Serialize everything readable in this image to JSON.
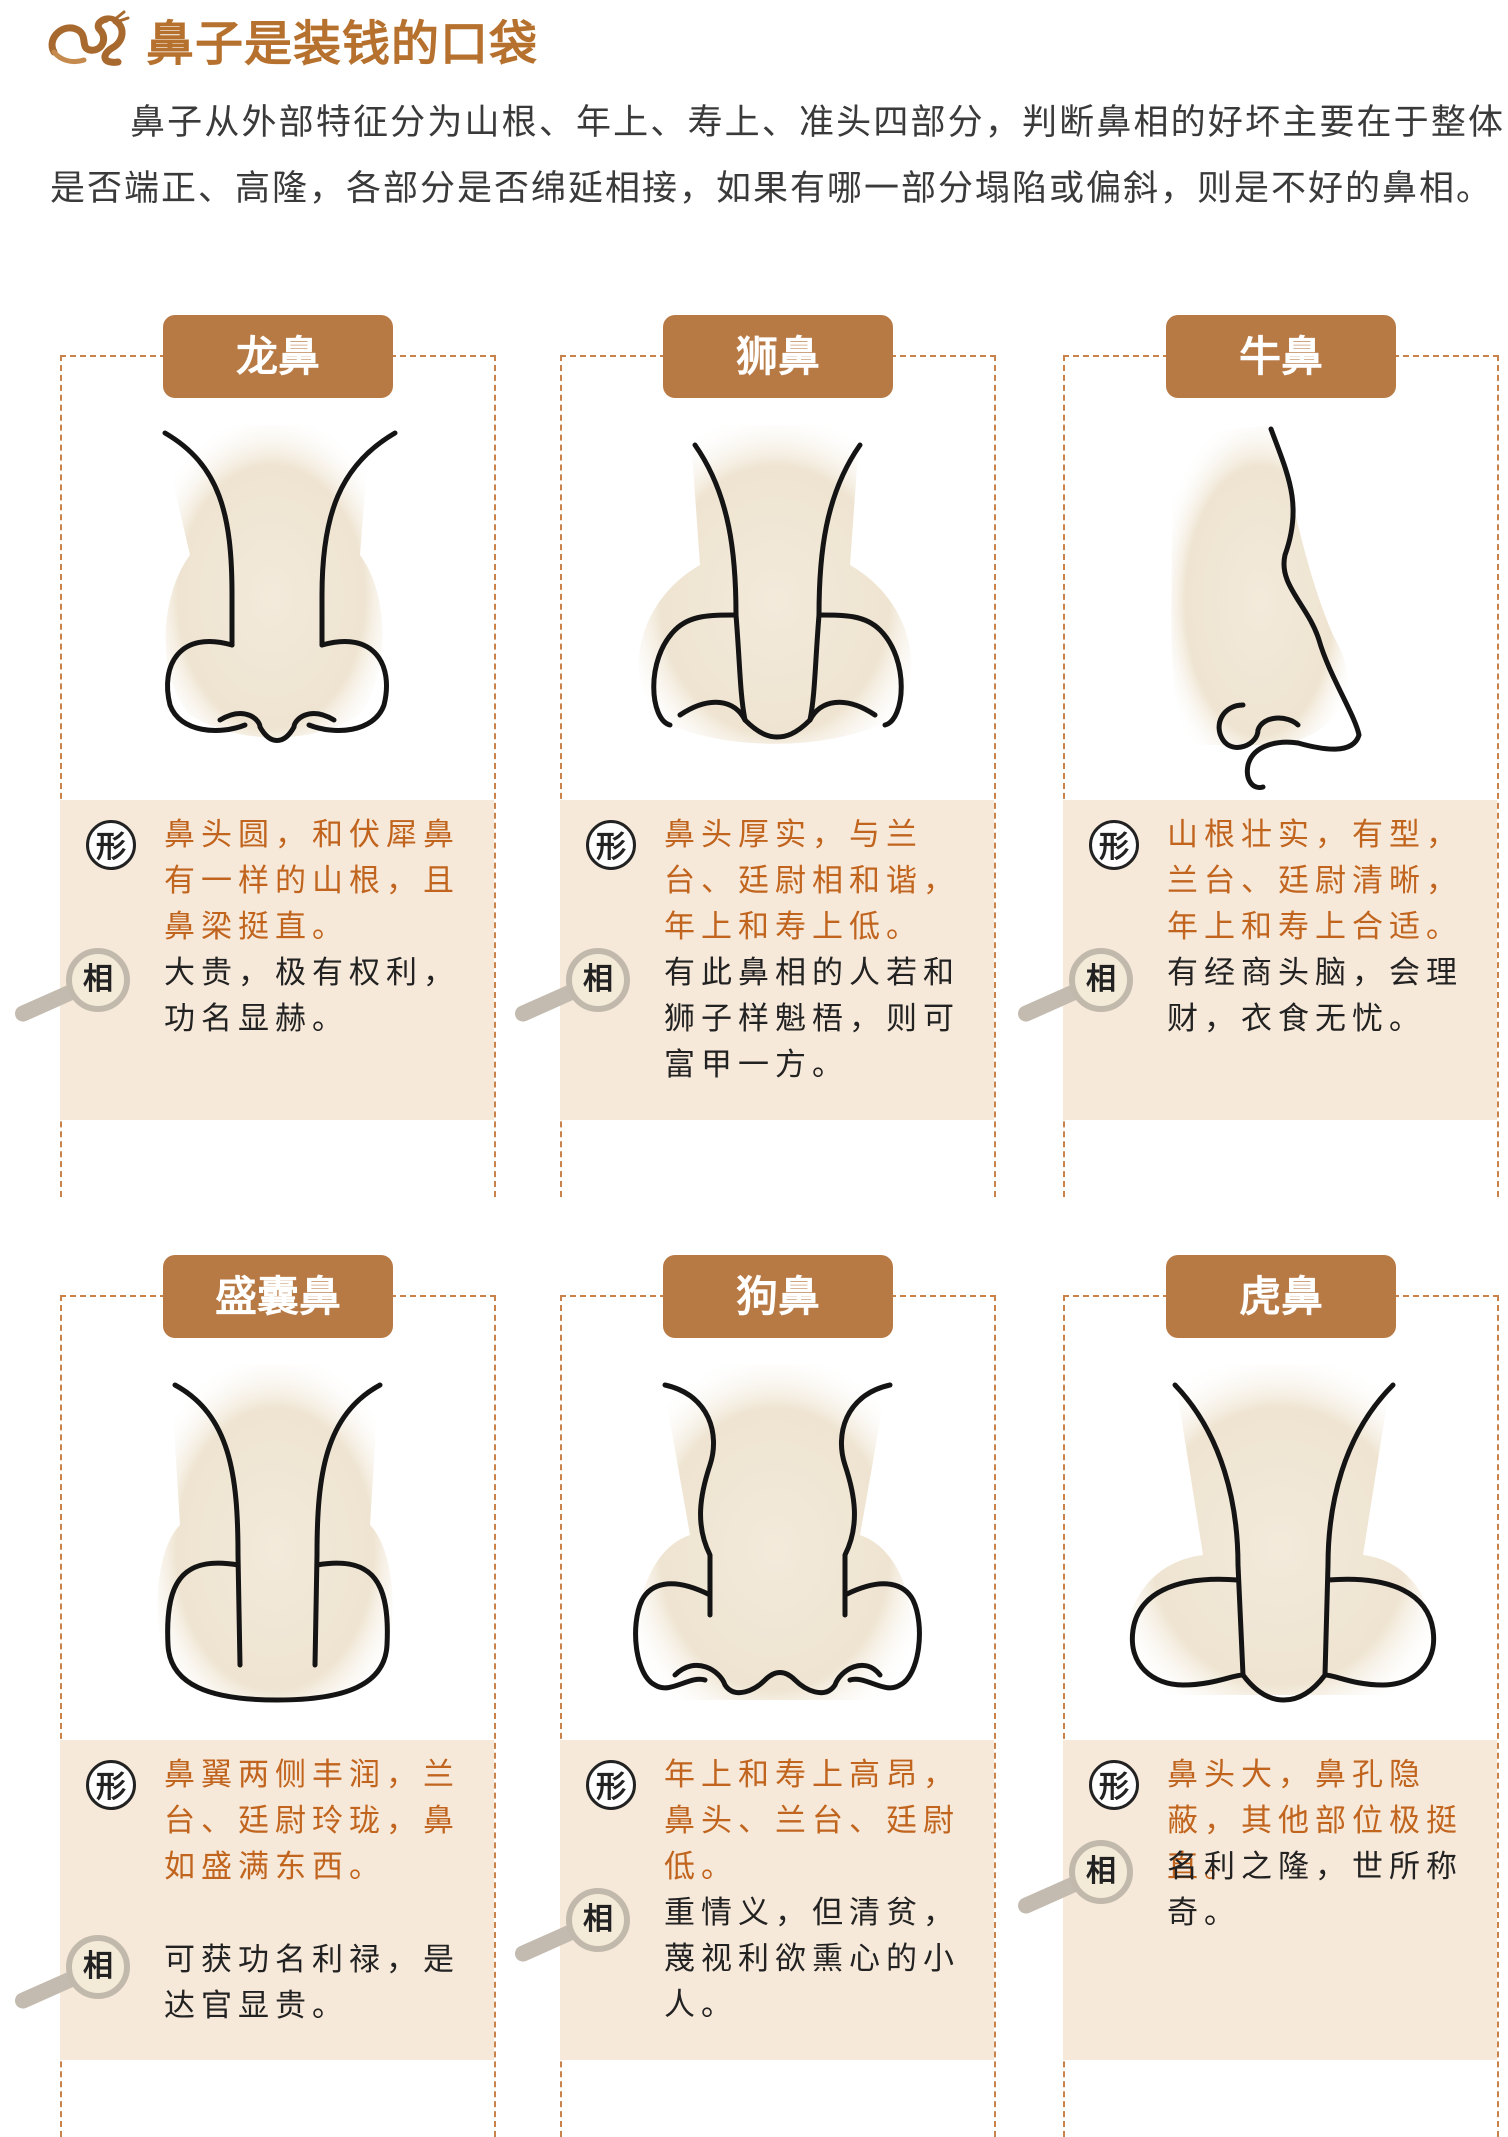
{
  "title": "鼻子是装钱的口袋",
  "intro": "鼻子从外部特征分为山根、年上、寿上、准头四部分，判断鼻相的好坏主要在于整体是否端正、高隆，各部分是否绵延相接，如果有哪一部分塌陷或偏斜，则是不好的鼻相。",
  "xing_label": "形",
  "xiang_label": "相",
  "cards": [
    {
      "name": "龙鼻",
      "xing": "鼻头圆，和伏犀鼻有一样的山根，且鼻梁挺直。",
      "xiang": "大贵，极有权利，功名显赫。"
    },
    {
      "name": "狮鼻",
      "xing": "鼻头厚实，与兰台、廷尉相和谐，年上和寿上低。",
      "xiang": "有此鼻相的人若和狮子样魁梧，则可富甲一方。"
    },
    {
      "name": "牛鼻",
      "xing": "山根壮实，有型，兰台、廷尉清晰，年上和寿上合适。",
      "xiang": "有经商头脑，会理财，衣食无忧。"
    },
    {
      "name": "盛囊鼻",
      "xing": "鼻翼两侧丰润，兰台、廷尉玲珑，鼻如盛满东西。",
      "xiang": "可获功名利禄，是达官显贵。"
    },
    {
      "name": "狗鼻",
      "xing": "年上和寿上高昂，鼻头、兰台、廷尉低。",
      "xiang": "重情义，但清贫，蔑视利欲熏心的小人。"
    },
    {
      "name": "虎鼻",
      "xing": "鼻头大，鼻孔隐蔽，其他部位极挺直。",
      "xiang": "名利之隆，世所称奇。"
    }
  ]
}
